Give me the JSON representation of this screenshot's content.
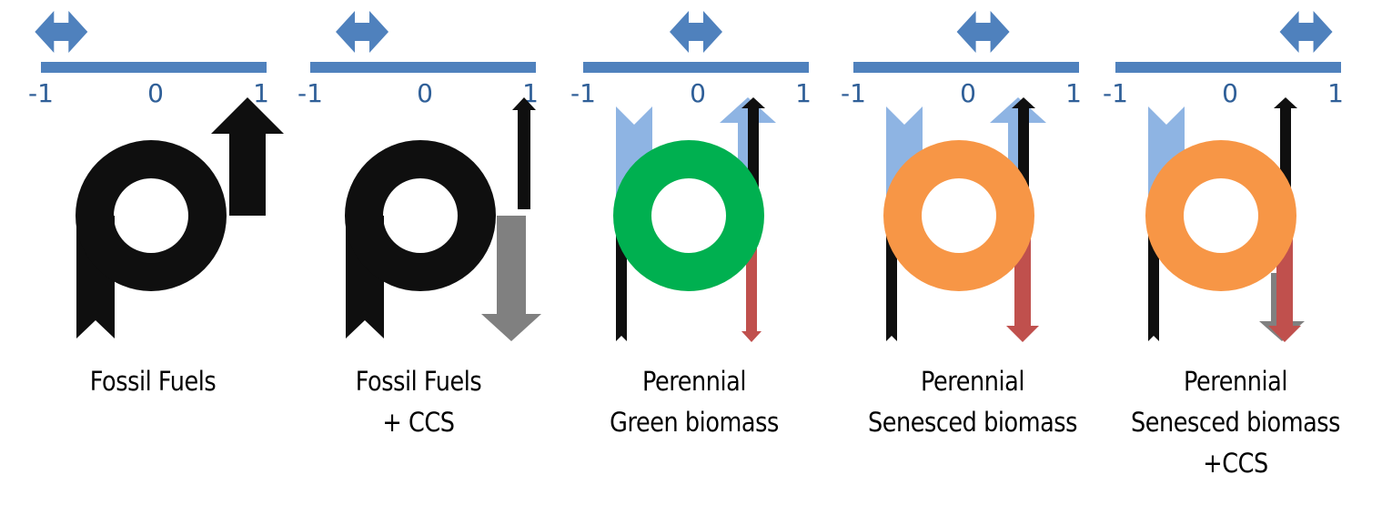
{
  "figure": {
    "scale": {
      "min": -1,
      "mid": 0,
      "max": 1,
      "tick_labels": [
        "-1",
        "0",
        "1"
      ]
    },
    "colors": {
      "scale_bar": "#4f81bd",
      "tick_text": "#2f5f98",
      "fossil_carbon": "#0f0f0f",
      "ccs_storage": "#808080",
      "atmospheric_uptake": "#8eb4e3",
      "biomass_green": "#00b050",
      "biomass_senesced": "#f79646",
      "emission_red": "#c0504d"
    },
    "panels": [
      {
        "id": "fossil-fuels",
        "caption_lines": [
          "Fossil Fuels"
        ],
        "scale_position": -0.82,
        "ring": "fossil",
        "flows": [
          "fossil-input",
          "atmospheric-emission"
        ]
      },
      {
        "id": "fossil-fuels-ccs",
        "caption_lines": [
          "Fossil Fuels",
          "+ CCS"
        ],
        "scale_position": -0.54,
        "ring": "fossil",
        "flows": [
          "fossil-input",
          "small-emission",
          "ccs-storage"
        ]
      },
      {
        "id": "perennial-green-biomass",
        "caption_lines": [
          "Perennial",
          "Green biomass"
        ],
        "scale_position": 0.0,
        "ring": "green",
        "flows": [
          "atmospheric-uptake",
          "atmospheric-return",
          "fossil-input",
          "small-emission",
          "soil-loss"
        ]
      },
      {
        "id": "perennial-senesced-biomass",
        "caption_lines": [
          "Perennial",
          "Senesced biomass"
        ],
        "scale_position": 0.15,
        "ring": "senesced",
        "flows": [
          "atmospheric-uptake",
          "atmospheric-return",
          "fossil-input",
          "small-emission",
          "soil-loss"
        ]
      },
      {
        "id": "perennial-senesced-biomass-ccs",
        "caption_lines": [
          "Perennial",
          "Senesced biomass",
          "+CCS"
        ],
        "scale_position": 0.69,
        "ring": "senesced",
        "flows": [
          "atmospheric-uptake",
          "fossil-input",
          "small-emission",
          "ccs-storage",
          "soil-loss"
        ]
      }
    ]
  }
}
